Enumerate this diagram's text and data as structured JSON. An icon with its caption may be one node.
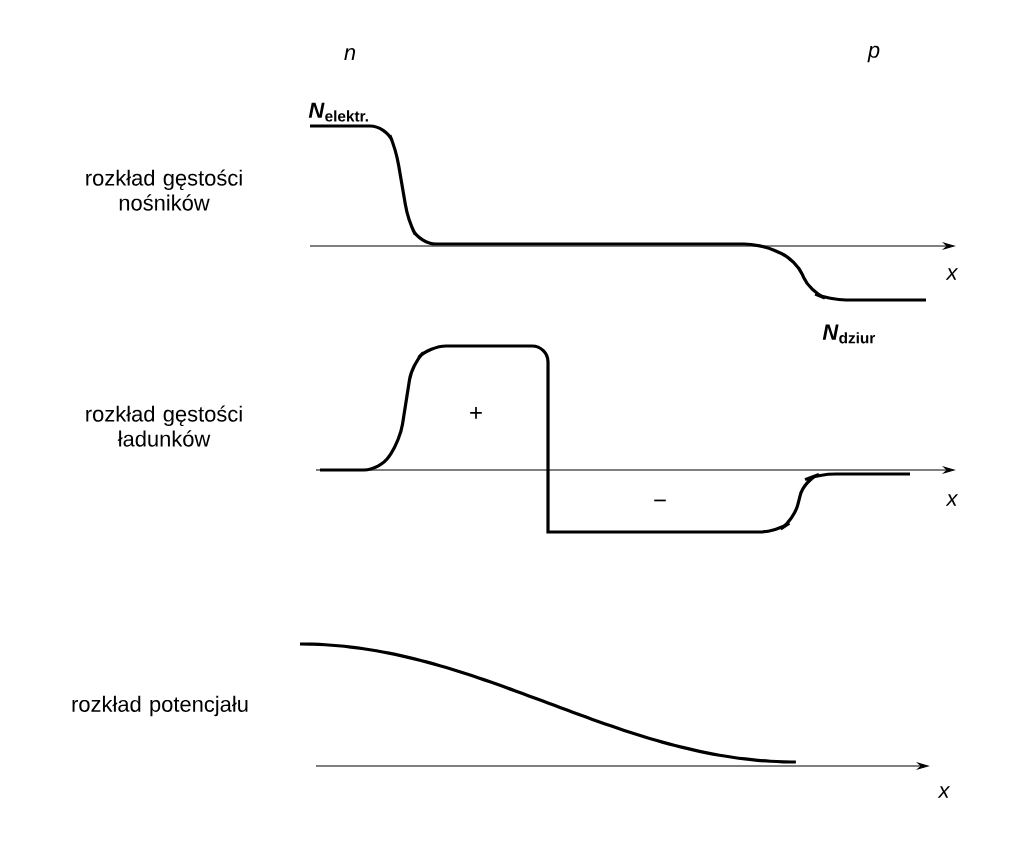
{
  "diagram": {
    "labels": [
      "n",
      "p",
      "*N*$_{elektr.}$",
      "rozkład gęstości nośników",
      "x",
      "*N*$_{dziur}$",
      "rozkład gęstości ładunków",
      "+",
      "x",
      "−",
      "rozkład potencjału",
      "x"
    ]
  }
}
